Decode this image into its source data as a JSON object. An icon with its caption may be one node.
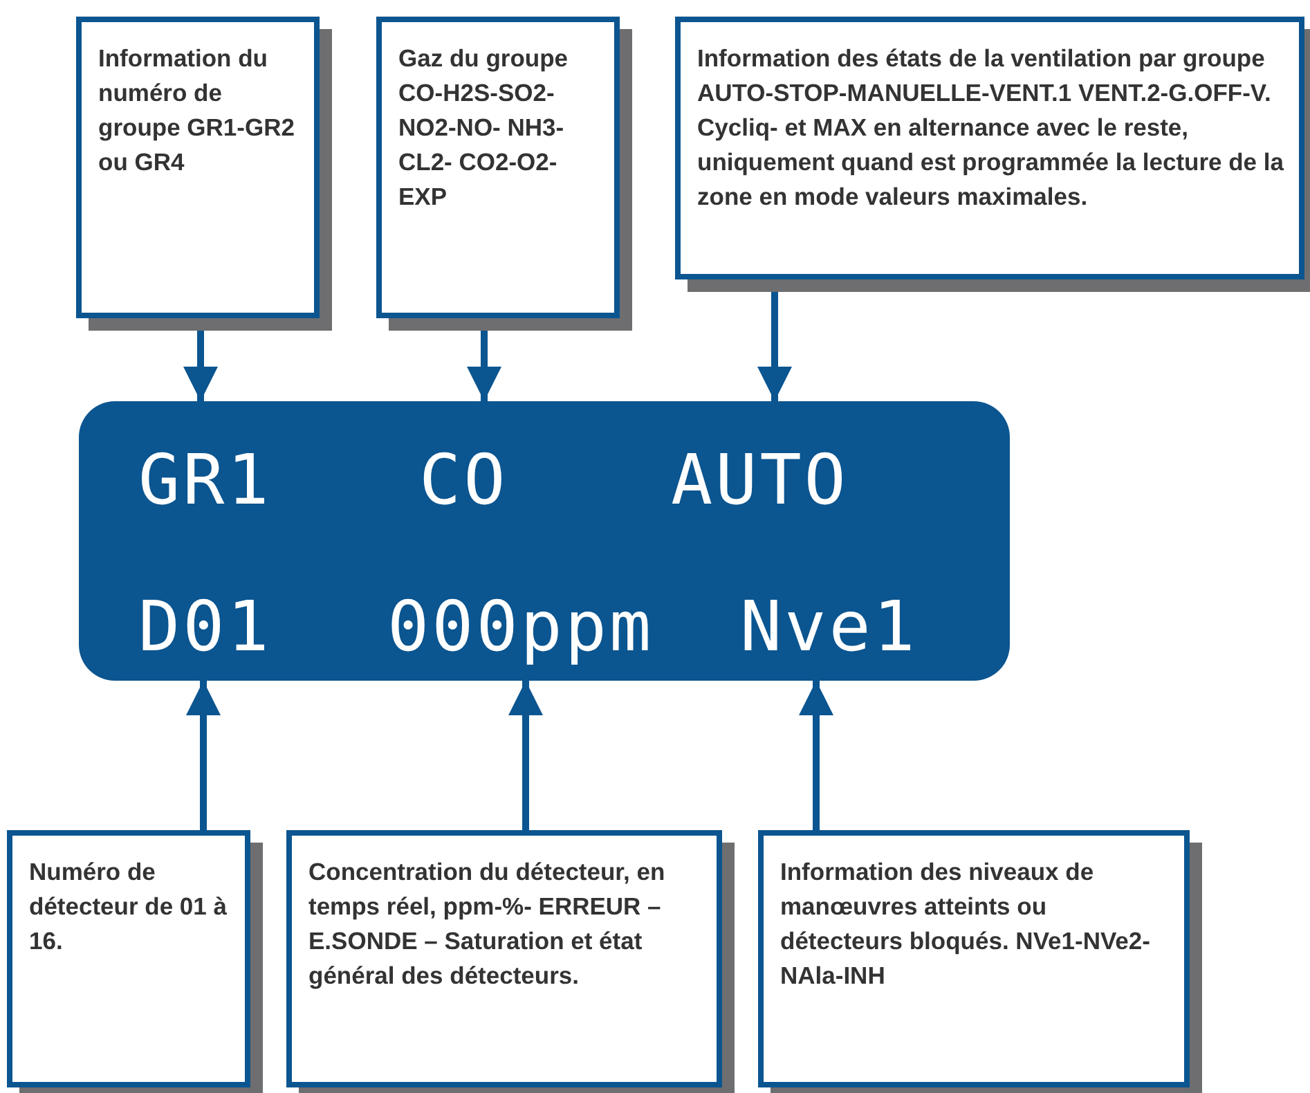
{
  "diagram": {
    "nodes": [
      {
        "text": [
          "Information du numéro de groupe GR1-GR2 ou GR4"
        ]
      },
      {
        "text": [
          "Gaz du groupe CO-H2S-SO2- NO2-NO- NH3-CL2- CO2-O2-EXP"
        ]
      },
      {
        "text": [
          "Information des états de la ventilation par groupe AUTO-STOP-MANUELLE-VENT.1 VENT.2-G.OFF-V. Cycliq- et MAX en alternance avec le reste, uniquement quand est programmée la lecture de la zone en mode valeurs maximales."
        ]
      },
      {
        "text": [
          "GR1",
          "CO",
          "AUTO",
          "D01",
          "000ppm",
          "Nve1"
        ]
      },
      {
        "text": [
          "Numéro de détecteur de 01 à 16."
        ]
      },
      {
        "text": [
          "Concentration du détecteur, en temps réel, ppm-%- ERREUR – E.SONDE – Saturation et état général des détecteurs."
        ]
      },
      {
        "text": [
          "Information des niveaux de manœuvres atteints ou détecteurs bloqués. NVe1-NVe2-NAla-INH"
        ]
      }
    ],
    "edges": [
      {
        "from": 0,
        "to": 3,
        "arrow": "to"
      },
      {
        "from": 1,
        "to": 3,
        "arrow": "to"
      },
      {
        "from": 2,
        "to": 3,
        "arrow": "to"
      },
      {
        "from": 4,
        "to": 3,
        "arrow": "to"
      },
      {
        "from": 5,
        "to": 3,
        "arrow": "to"
      },
      {
        "from": 6,
        "to": 3,
        "arrow": "to"
      }
    ]
  }
}
